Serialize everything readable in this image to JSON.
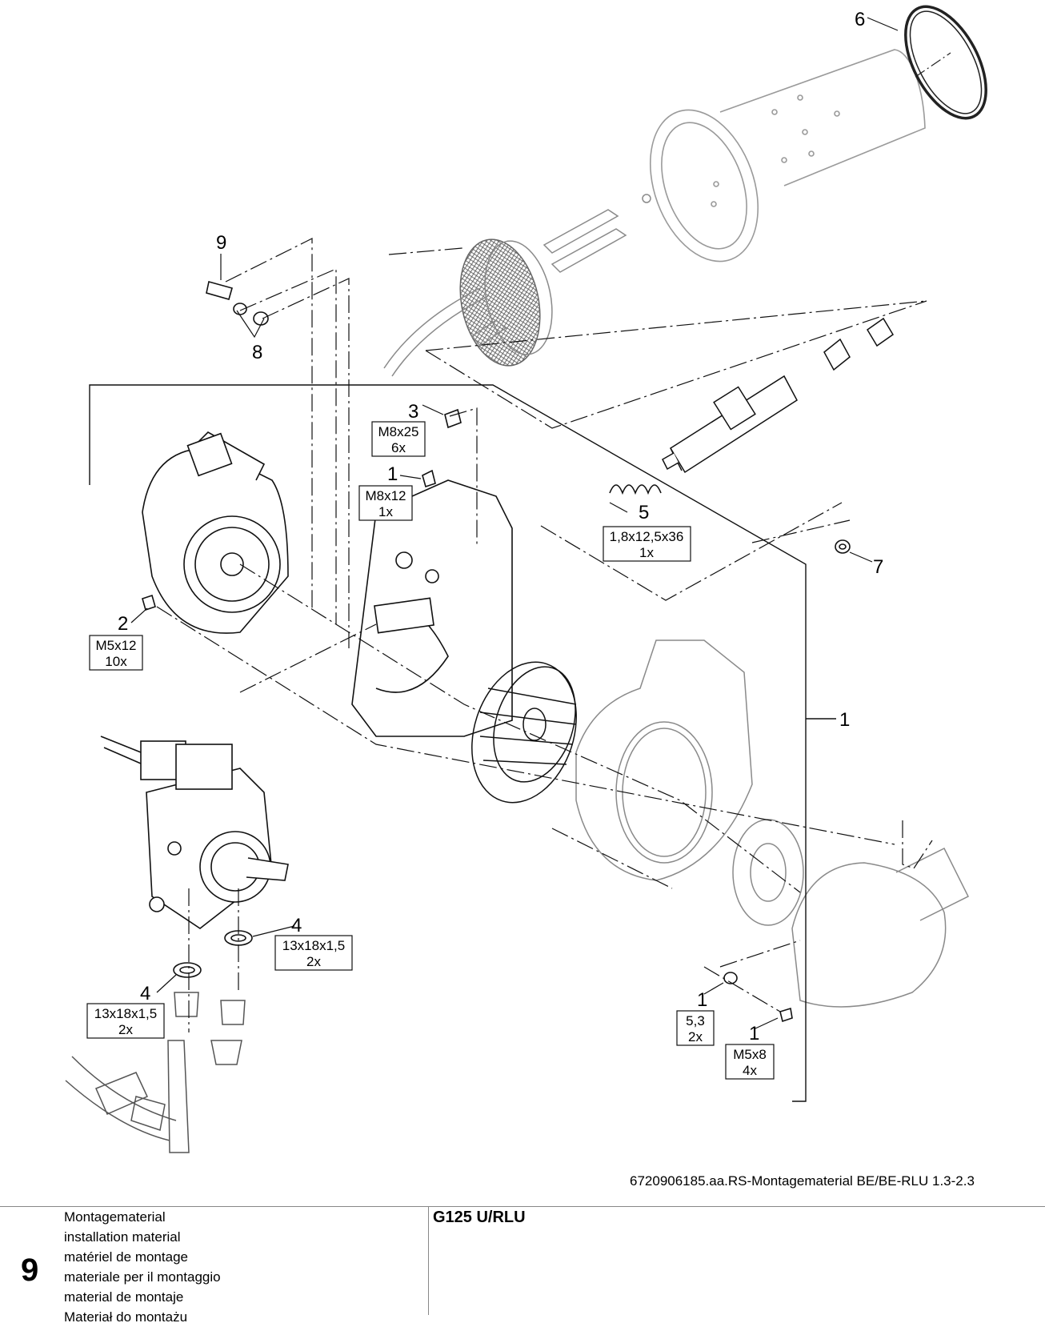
{
  "reference": "6720906185.aa.RS-Montagematerial BE/BE-RLU 1.3-2.3",
  "section": {
    "number": "9",
    "titles": [
      "Montagematerial",
      "installation material",
      "matériel de montage",
      "materiale per il montaggio",
      "material de montaje",
      "Materiał do montażu"
    ]
  },
  "model": "G125 U/RLU",
  "callouts": {
    "c6": "6",
    "c9": "9",
    "c8": "8",
    "c3": "3",
    "c1_top": "1",
    "c5": "5",
    "c7": "7",
    "c2": "2",
    "c1_right": "1",
    "c4_right": "4",
    "c4_left": "4",
    "c1_washer": "1",
    "c1_screw": "1"
  },
  "boxes": {
    "m8x25": {
      "spec": "M8x25",
      "qty": "6x"
    },
    "m8x12": {
      "spec": "M8x12",
      "qty": "1x"
    },
    "spring": {
      "spec": "1,8x12,5x36",
      "qty": "1x"
    },
    "m5x12": {
      "spec": "M5x12",
      "qty": "10x"
    },
    "seal_right": {
      "spec": "13x18x1,5",
      "qty": "2x"
    },
    "seal_left": {
      "spec": "13x18x1,5",
      "qty": "2x"
    },
    "washer": {
      "spec": "5,3",
      "qty": "2x"
    },
    "m5x8": {
      "spec": "M5x8",
      "qty": "4x"
    }
  }
}
